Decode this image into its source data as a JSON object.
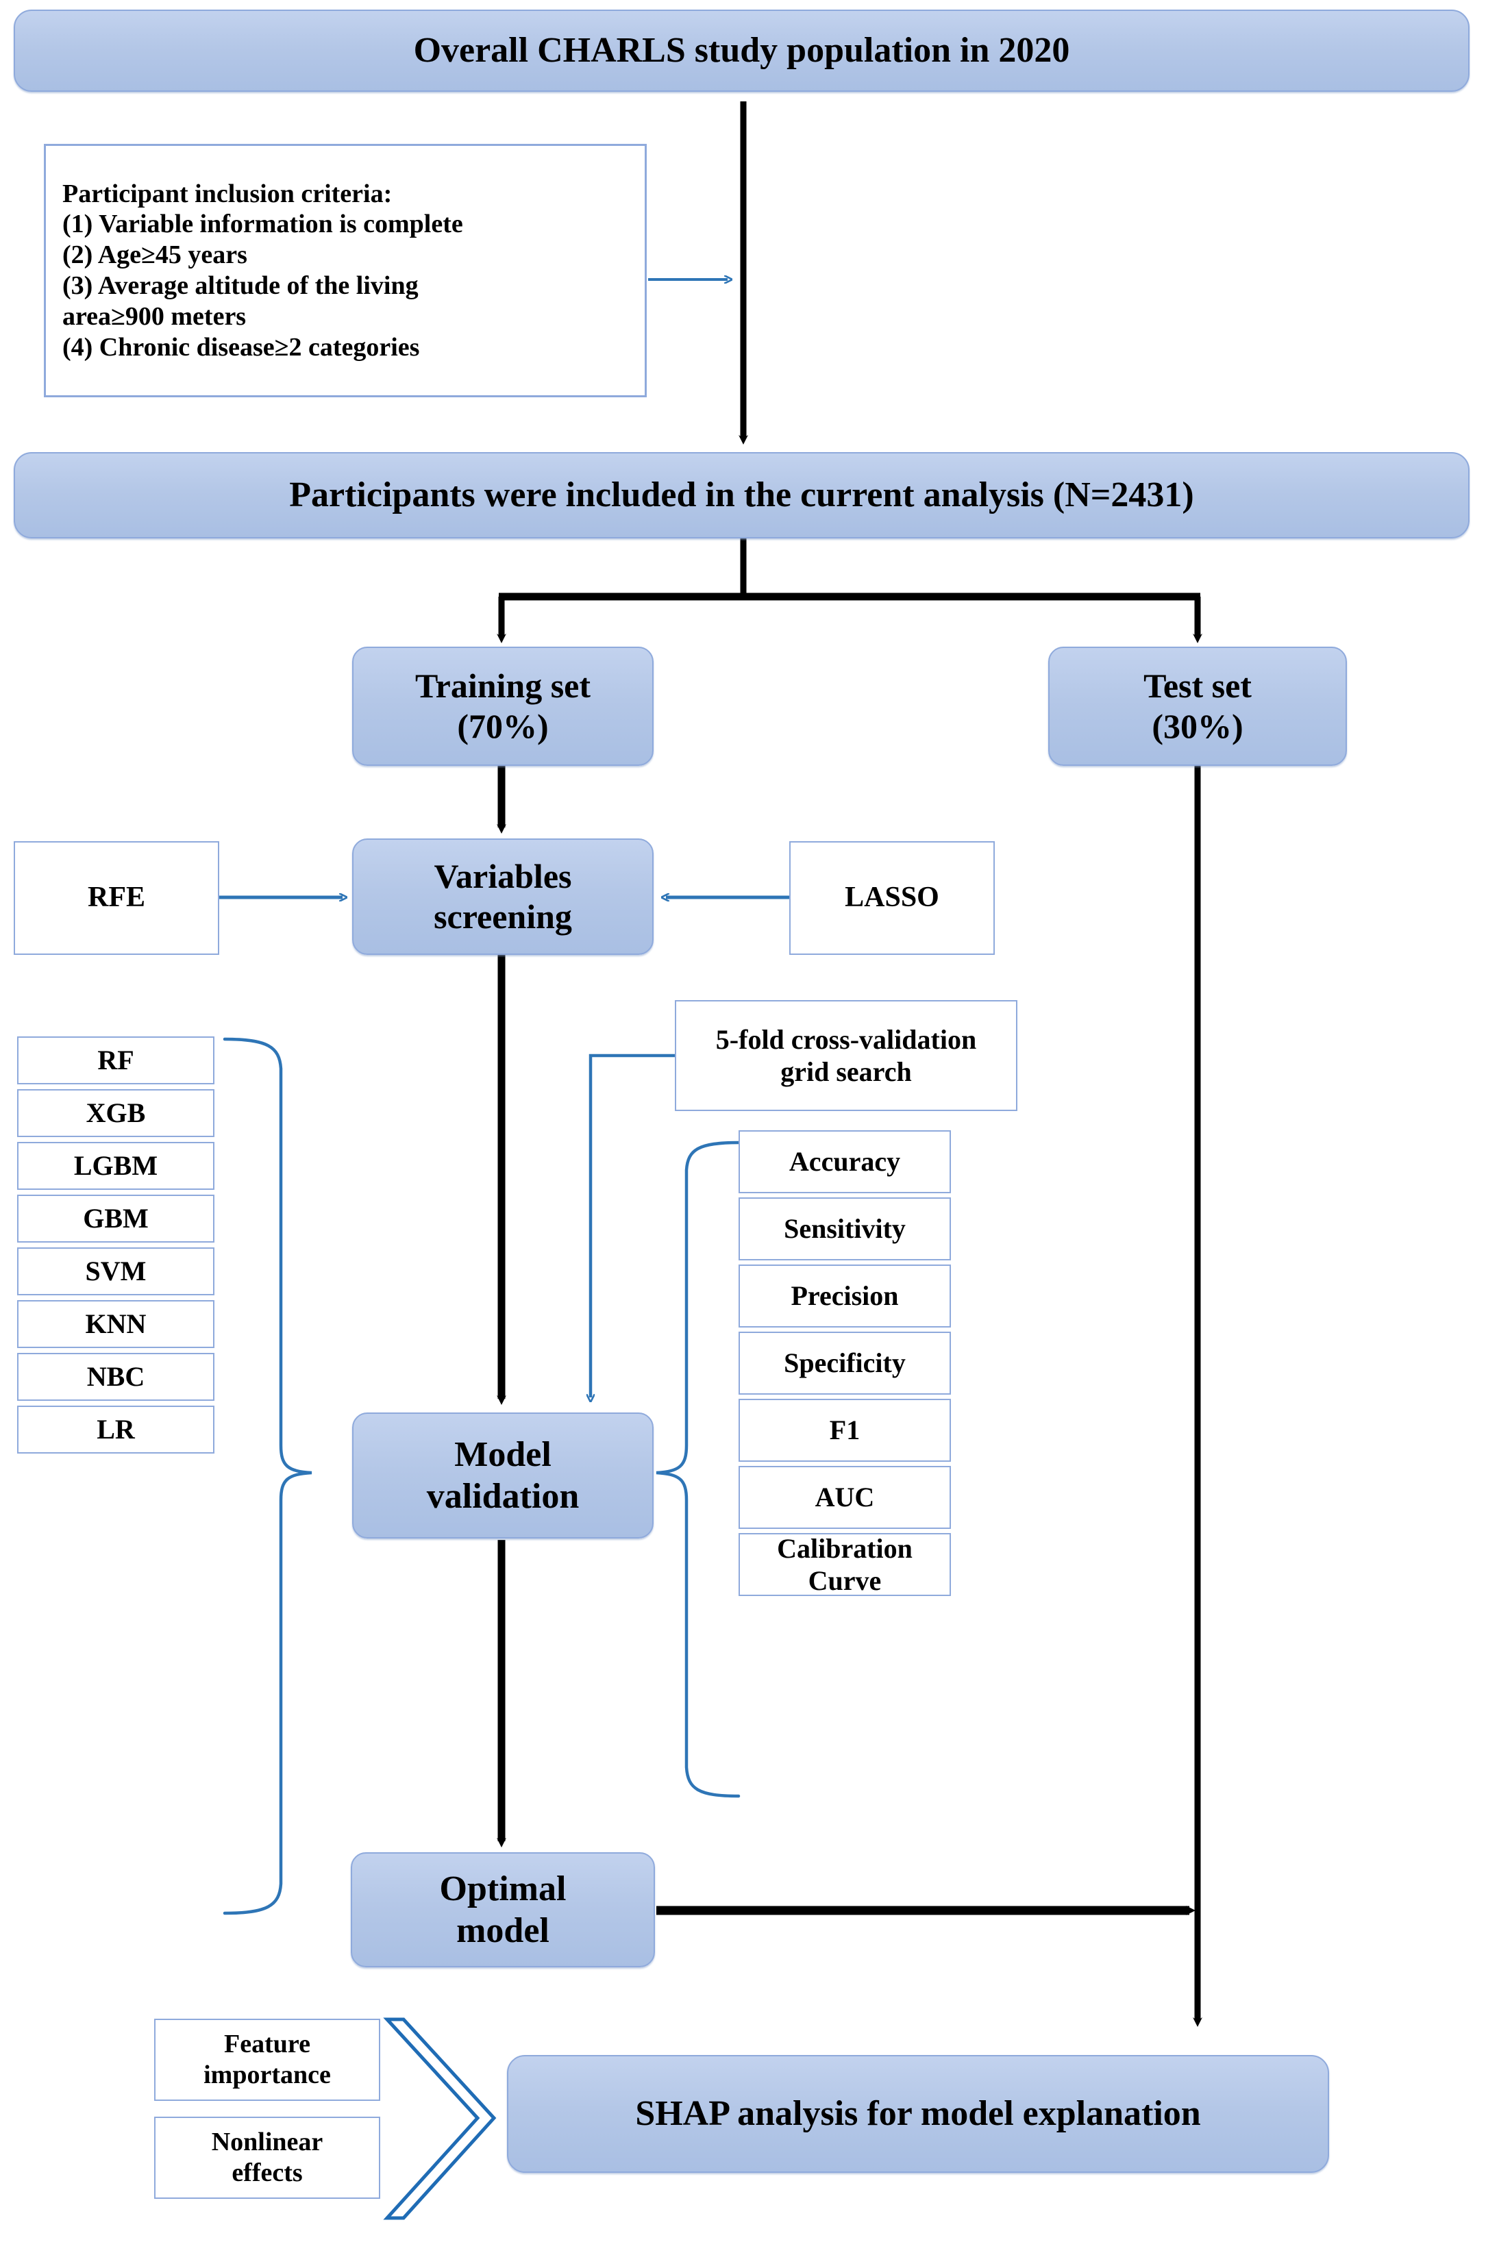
{
  "figure": {
    "type": "flowchart",
    "title": "CHARLS machine-learning study workflow"
  },
  "colors": {
    "node_fill": "#b4c7e7",
    "node_border": "#8faadc",
    "blue_connector": "#2e75b6",
    "black_connector": "#000000",
    "text": "#000000"
  },
  "nodes": {
    "population": "Overall CHARLS study population in 2020",
    "criteria": "Participant inclusion criteria:\n(1) Variable information is complete\n(2) Age≥45 years\n(3) Average altitude of the living\narea≥900 meters\n(4) Chronic disease≥2 categories",
    "included": "Participants were included in the current analysis (N=2431)",
    "training_set": "Training set\n(70%)",
    "test_set": "Test set\n(30%)",
    "rfe": "RFE",
    "variables_screening": "Variables\nscreening",
    "lasso": "LASSO",
    "cross_validation": "5-fold cross-validation\ngrid search",
    "model_validation": "Model\nvalidation",
    "optimal_model": "Optimal\nmodel",
    "shap": "SHAP analysis for model explanation"
  },
  "models": [
    "RF",
    "XGB",
    "LGBM",
    "GBM",
    "SVM",
    "KNN",
    "NBC",
    "LR"
  ],
  "metrics": [
    "Accuracy",
    "Sensitivity",
    "Precision",
    "Specificity",
    "F1",
    "AUC",
    "Calibration\nCurve"
  ],
  "shap_inputs": [
    "Feature\nimportance",
    "Nonlinear\neffects"
  ]
}
